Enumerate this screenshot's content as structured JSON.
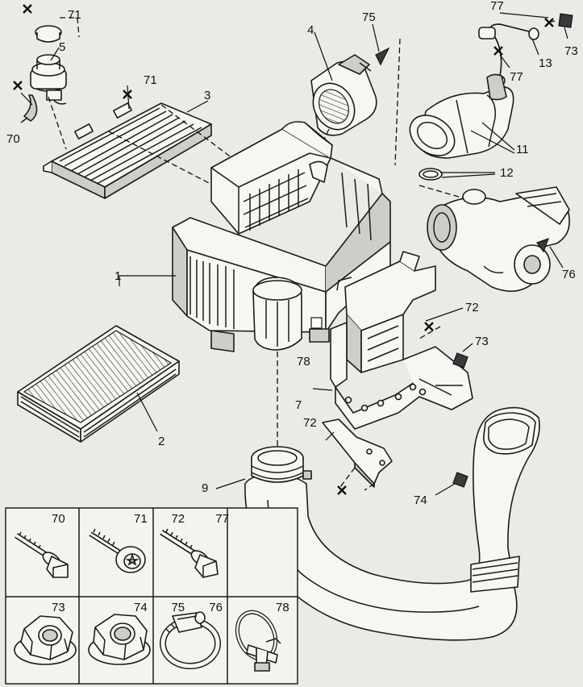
{
  "diagram": {
    "callouts": {
      "c71a": "71",
      "c5": "5",
      "c70": "70",
      "c71b": "71",
      "c3": "3",
      "c4": "4",
      "c75": "75",
      "c77a": "77",
      "c73a": "73",
      "c13": "13",
      "c77b": "77",
      "c11": "11",
      "c12": "12",
      "c76": "76",
      "c1": "1",
      "c72a": "72",
      "c73b": "73",
      "c78": "78",
      "c7": "7",
      "c2": "2",
      "c72b": "72",
      "c9": "9",
      "c74": "74"
    },
    "fastener_table": {
      "cells": [
        {
          "labels": "70"
        },
        {
          "labels": "71"
        },
        {
          "labels": "72 77"
        },
        {
          "labels": "73"
        },
        {
          "labels": "74"
        },
        {
          "labels": "75 76"
        },
        {
          "labels": "78"
        }
      ]
    }
  },
  "colors": {
    "line": "#1b1b1b",
    "paper": "#ebeae6",
    "part_fill": "#f7f6f2",
    "shade": "#cfcdc7"
  }
}
